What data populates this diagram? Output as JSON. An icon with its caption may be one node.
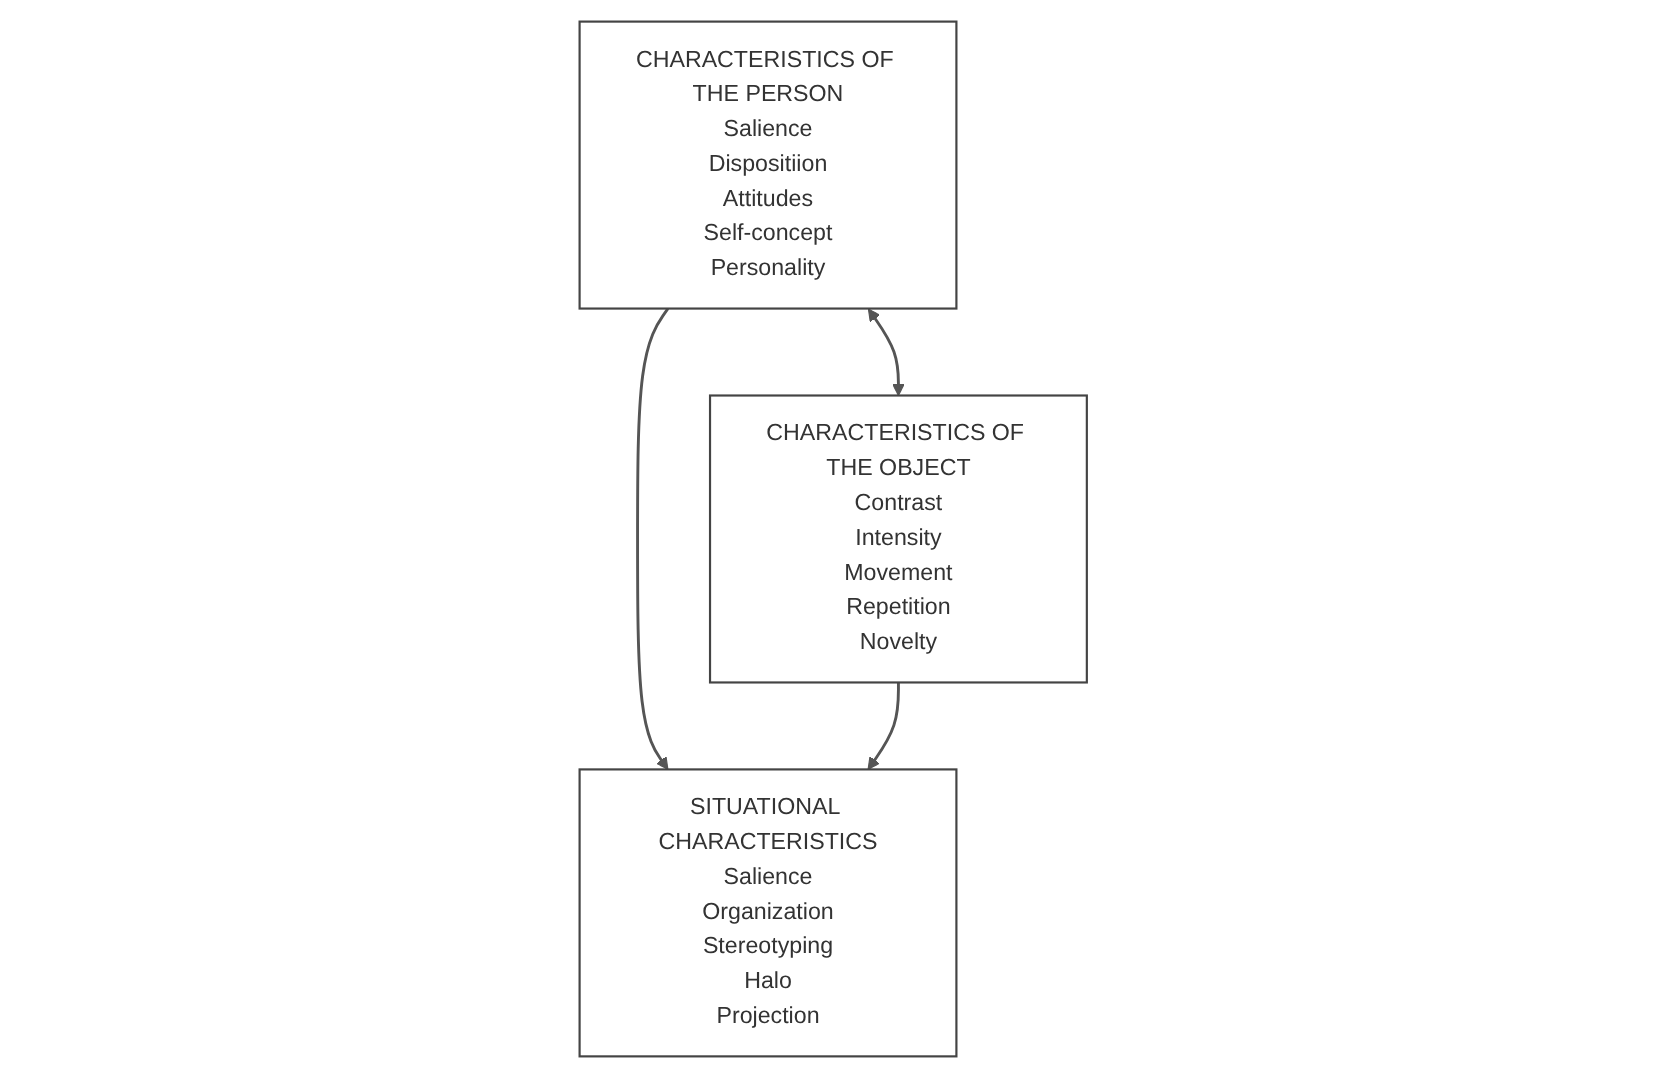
{
  "diagram": {
    "nodes": [
      {
        "text": [
          "CHARACTERISTICS OF THE PERSON",
          "Salience",
          "Dispositiion",
          "Attitudes",
          "Self-concept",
          "Personality"
        ]
      },
      {
        "text": [
          "CHARACTERISTICS OF THE OBJECT",
          "Contrast",
          "Intensity",
          "Movement",
          "Repetition",
          "Novelty"
        ]
      },
      {
        "text": [
          "SITUATIONAL CHARACTERISTICS",
          "Salience",
          "Organization",
          "Stereotyping",
          "Halo",
          "Projection"
        ]
      }
    ],
    "edges": [
      {
        "from": 0,
        "to": 1,
        "arrow": "both"
      },
      {
        "from": 0,
        "to": 2,
        "arrow": "to"
      },
      {
        "from": 1,
        "to": 2,
        "arrow": "to"
      }
    ]
  }
}
